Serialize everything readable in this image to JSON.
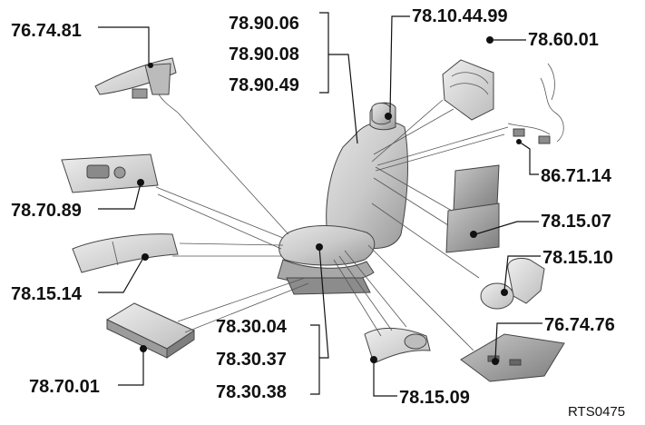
{
  "labels": {
    "l_767481": "76.74.81",
    "l_789006": "78.90.06",
    "l_789008": "78.90.08",
    "l_789049": "78.90.49",
    "l_78104499": "78.10.44.99",
    "l_786001": "78.60.01",
    "l_867114": "86.71.14",
    "l_787089": "78.70.89",
    "l_781507": "78.15.07",
    "l_781510": "78.15.10",
    "l_781514": "78.15.14",
    "l_783004": "78.30.04",
    "l_783037": "78.30.37",
    "l_783038": "78.30.38",
    "l_767476": "76.74.76",
    "l_787001": "78.70.01",
    "l_781509": "78.15.09"
  },
  "reference": "RTS0475"
}
